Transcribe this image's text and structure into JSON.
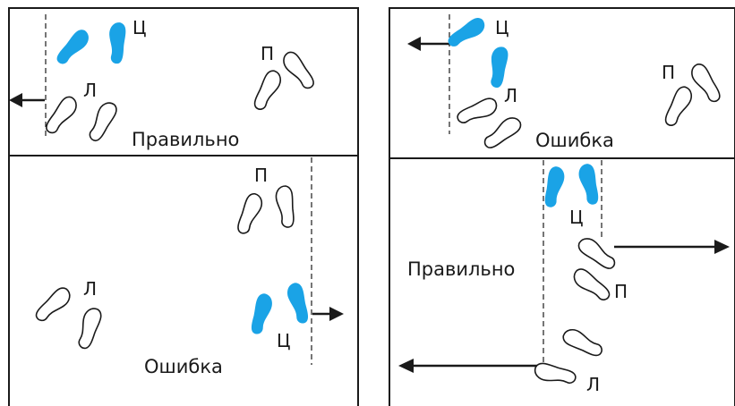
{
  "labels": {
    "center": "Ц",
    "left": "Л",
    "right": "П",
    "correct": "Правильно",
    "error": "Ошибка"
  },
  "colors": {
    "highlight": "#1aa3e6",
    "line": "#1a1a1a"
  },
  "panels": {
    "left_top": {
      "caption": "Правильно"
    },
    "left_bottom": {
      "caption": "Ошибка"
    },
    "right_top": {
      "caption": "Ошибка"
    },
    "right_bottom": {
      "caption": "Правильно"
    }
  }
}
